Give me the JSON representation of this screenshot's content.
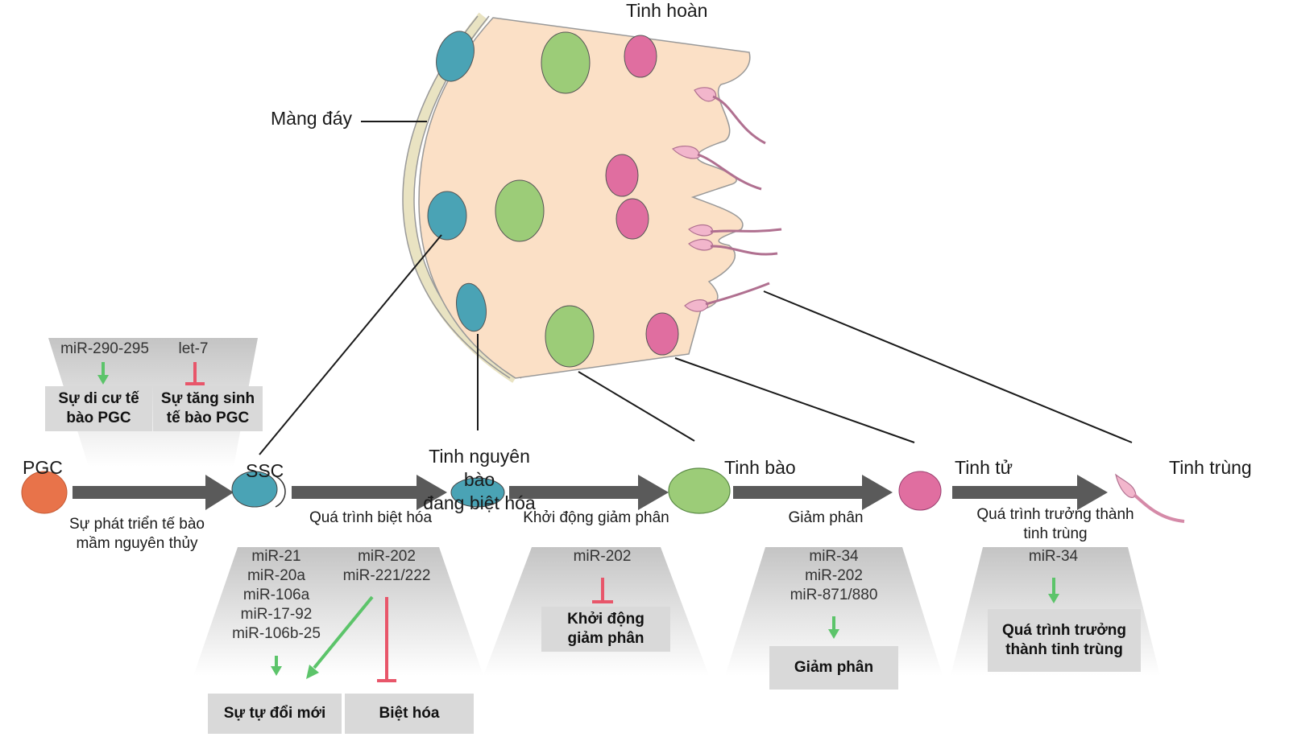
{
  "title": "Vai trò của miRNA trong quá trình sinh tinh",
  "testis": {
    "title": "Tinh hoàn",
    "basement_membrane_label": "Màng đáy"
  },
  "colors": {
    "pgc": "#e8734a",
    "ssc": "#4aa3b5",
    "spermatocyte": "#9ccc78",
    "spermatid": "#e06ea0",
    "sperm": "#f2b6cc",
    "tissue": "#fbe0c6",
    "membrane": "#f6f1d9",
    "arrow": "#5a5a5a",
    "promote": "#5cc46a",
    "inhibit": "#e8566a",
    "box": "#d9d9d9"
  },
  "stages": [
    {
      "id": "pgc",
      "label": "PGC"
    },
    {
      "id": "ssc",
      "label": "SSC"
    },
    {
      "id": "diff-spermatogonia",
      "label_line1": "Tinh nguyên bào",
      "label_line2": "đang biệt hóa"
    },
    {
      "id": "spermatocyte",
      "label": "Tinh bào"
    },
    {
      "id": "spermatid",
      "label": "Tinh tử"
    },
    {
      "id": "sperm",
      "label": "Tinh trùng"
    }
  ],
  "transitions": [
    {
      "label_line1": "Sự phát triển tế bào",
      "label_line2": "mầm nguyên thủy"
    },
    {
      "label": "Quá trình biệt hóa"
    },
    {
      "label": "Khởi động giảm phân"
    },
    {
      "label": "Giảm phân"
    },
    {
      "label_line1": "Quá trình trưởng thành",
      "label_line2": "tinh trùng"
    }
  ],
  "panels": {
    "pgc": {
      "mirs": [
        {
          "name": "miR-290-295",
          "effect": "promote"
        },
        {
          "name": "let-7",
          "effect": "inhibit"
        }
      ],
      "boxes": [
        {
          "line1": "Sự di cư tế",
          "line2": "bào PGC"
        },
        {
          "line1": "Sự tăng sinh",
          "line2": "tế bào PGC"
        }
      ]
    },
    "ssc": {
      "left_mirs": [
        "miR-21",
        "miR-20a",
        "miR-106a",
        "miR-17-92",
        "miR-106b-25"
      ],
      "right_mirs": [
        "miR-202",
        "miR-221/222"
      ],
      "boxes": [
        {
          "label": "Sự tự đổi mới",
          "effect": "promote"
        },
        {
          "label": "Biệt hóa",
          "effect": "inhibit"
        }
      ]
    },
    "meiosis_init": {
      "mirs": [
        "miR-202"
      ],
      "effect": "inhibit",
      "box": {
        "line1": "Khởi động",
        "line2": "giảm phân"
      }
    },
    "meiosis": {
      "mirs": [
        "miR-34",
        "miR-202",
        "miR-871/880"
      ],
      "effect": "promote",
      "box": {
        "label": "Giảm phân"
      }
    },
    "maturation": {
      "mirs": [
        "miR-34"
      ],
      "effect": "promote",
      "box": {
        "line1": "Quá trình trưởng",
        "line2": "thành tinh trùng"
      }
    }
  }
}
